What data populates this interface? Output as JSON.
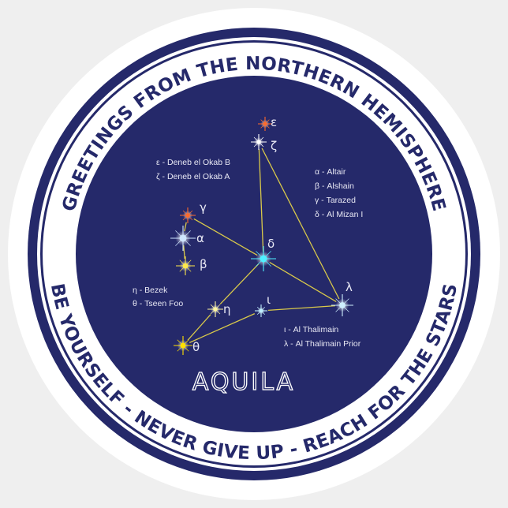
{
  "ring": {
    "top_text": "GREETINGS FROM THE NORTHERN HEMISPHERE",
    "bottom_text": "BE YOURSELF - NEVER GIVE UP - REACH FOR THE STARS"
  },
  "title": "AQUILA",
  "stars": [
    {
      "id": "epsilon",
      "symbol": "ε",
      "color": "#ff6a2a"
    },
    {
      "id": "zeta",
      "symbol": "ζ",
      "color": "#ffffff"
    },
    {
      "id": "gamma",
      "symbol": "γ",
      "color": "#ff6a2a"
    },
    {
      "id": "alpha",
      "symbol": "α",
      "color": "#cfe6ff"
    },
    {
      "id": "beta",
      "symbol": "β",
      "color": "#ffe94a"
    },
    {
      "id": "delta",
      "symbol": "δ",
      "color": "#4ff0ff"
    },
    {
      "id": "eta",
      "symbol": "η",
      "color": "#fff6a0"
    },
    {
      "id": "theta",
      "symbol": "θ",
      "color": "#ffe000"
    },
    {
      "id": "iota",
      "symbol": "ι",
      "color": "#bfefff"
    },
    {
      "id": "lambda",
      "symbol": "λ",
      "color": "#cfefff"
    }
  ],
  "legends": {
    "top_left": [
      "ε - Deneb el Okab B",
      "ζ - Deneb el Okab A"
    ],
    "top_right": [
      "α - Altair",
      "β - Alshain",
      "γ - Tarazed",
      "δ - Al Mizan I"
    ],
    "mid_left": [
      "η - Bezek",
      "θ - Tseen Foo"
    ],
    "bottom_right": [
      "ι - Al Thalimain",
      "λ - Al Thalimain Prior"
    ]
  },
  "colors": {
    "navy": "#25296a",
    "line": "#d9c94a",
    "background": "#efefef"
  }
}
